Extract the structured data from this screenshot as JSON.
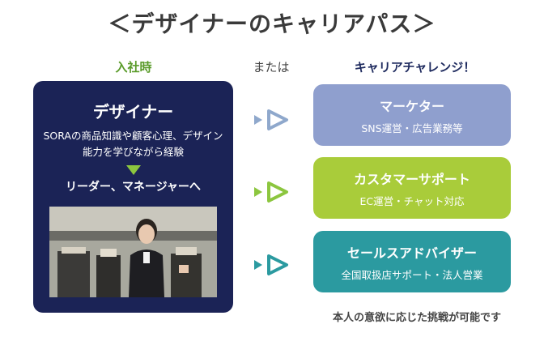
{
  "title": "＜デザイナーのキャリアパス＞",
  "labels": {
    "entry": "入社時",
    "or": "または",
    "challenge": "キャリアチャレンジ！"
  },
  "designer": {
    "title": "デザイナー",
    "description": "SORAの商品知識や顧客心理、デザイン能力を学びながら経験",
    "next": "リーダー、マネージャーへ"
  },
  "cards": [
    {
      "title": "マーケター",
      "subtitle": "SNS運営・広告業務等",
      "color": "#8f9fce"
    },
    {
      "title": "カスタマーサポート",
      "subtitle": "EC運営・チャット対応",
      "color": "#a9cc3a"
    },
    {
      "title": "セールスアドバイザー",
      "subtitle": "全国取扱店サポート・法人営業",
      "color": "#2b9aa0"
    }
  ],
  "footnote": "本人の意欲に応じた挑戦が可能です",
  "colors": {
    "navy": "#1b2356",
    "green": "#5a9b2a",
    "arrow_blue": "#8fa8cc",
    "arrow_green": "#8cc63f",
    "arrow_teal": "#2b9aa0"
  }
}
